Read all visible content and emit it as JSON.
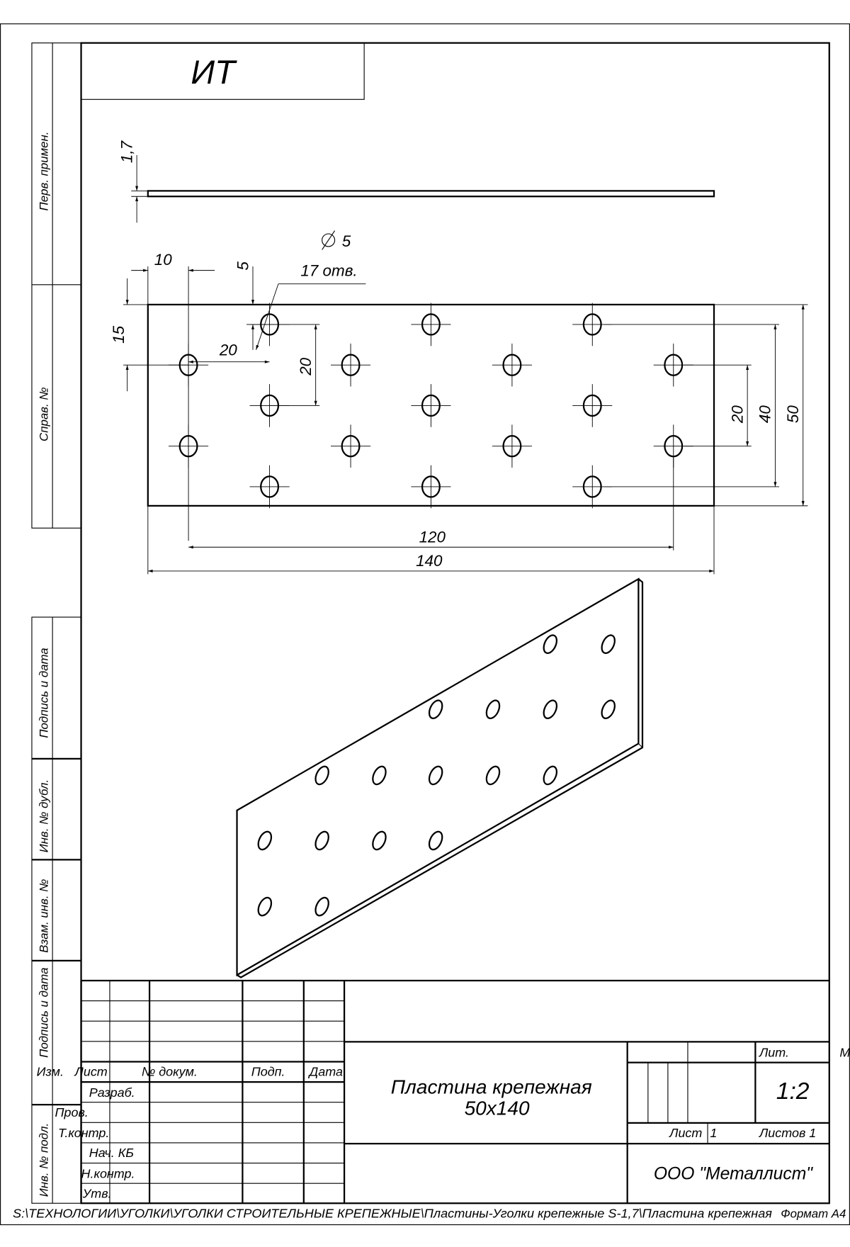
{
  "stamp": "ИТ",
  "side_strip": {
    "perv_primen": "Перв. примен.",
    "sprav_no": "Справ. №",
    "podpis_data_1": "Подпись и дата",
    "inv_dubl": "Инв. № дубл.",
    "vzam_inv": "Взам. инв. №",
    "podpis_data_2": "Подпись и дата",
    "inv_podl": "Инв. № подл."
  },
  "dimensions": {
    "thickness": "1,7",
    "hole_diameter": "5",
    "hole_count": "17 отв.",
    "edge_x": "10",
    "edge_y": "5",
    "edge_y2": "15",
    "pitch_x": "20",
    "pitch_y": "20",
    "inner_20": "20",
    "inner_40": "40",
    "height_50": "50",
    "span_120": "120",
    "length_140": "140"
  },
  "title_block": {
    "izm": "Изм.",
    "list": "Лист",
    "no_dokum": "№ докум.",
    "podp": "Подп.",
    "data": "Дата",
    "razrab": "Разраб.",
    "prov": "Пров.",
    "t_kontr": "Т.контр.",
    "nach_kb": "Нач. КБ",
    "n_kontr": "Н.контр.",
    "utv": "Утв.",
    "title_line1": "Пластина крепежная",
    "title_line2": "50x140",
    "lit": "Лит.",
    "massa": "М",
    "scale": "1:2",
    "sheet_label": "Лист",
    "sheet_no": "1",
    "sheets_label": "Листов 1",
    "company": "ООО \"Металлист\""
  },
  "footer": {
    "path": "S:\\ТЕХНОЛОГИИ\\УГОЛКИ\\УГОЛКИ СТРОИТЕЛЬНЫЕ КРЕПЕЖНЫЕ\\Пластины-Уголки крепежные S-1,7\\Пластина крепежная",
    "format": "Формат А4"
  }
}
